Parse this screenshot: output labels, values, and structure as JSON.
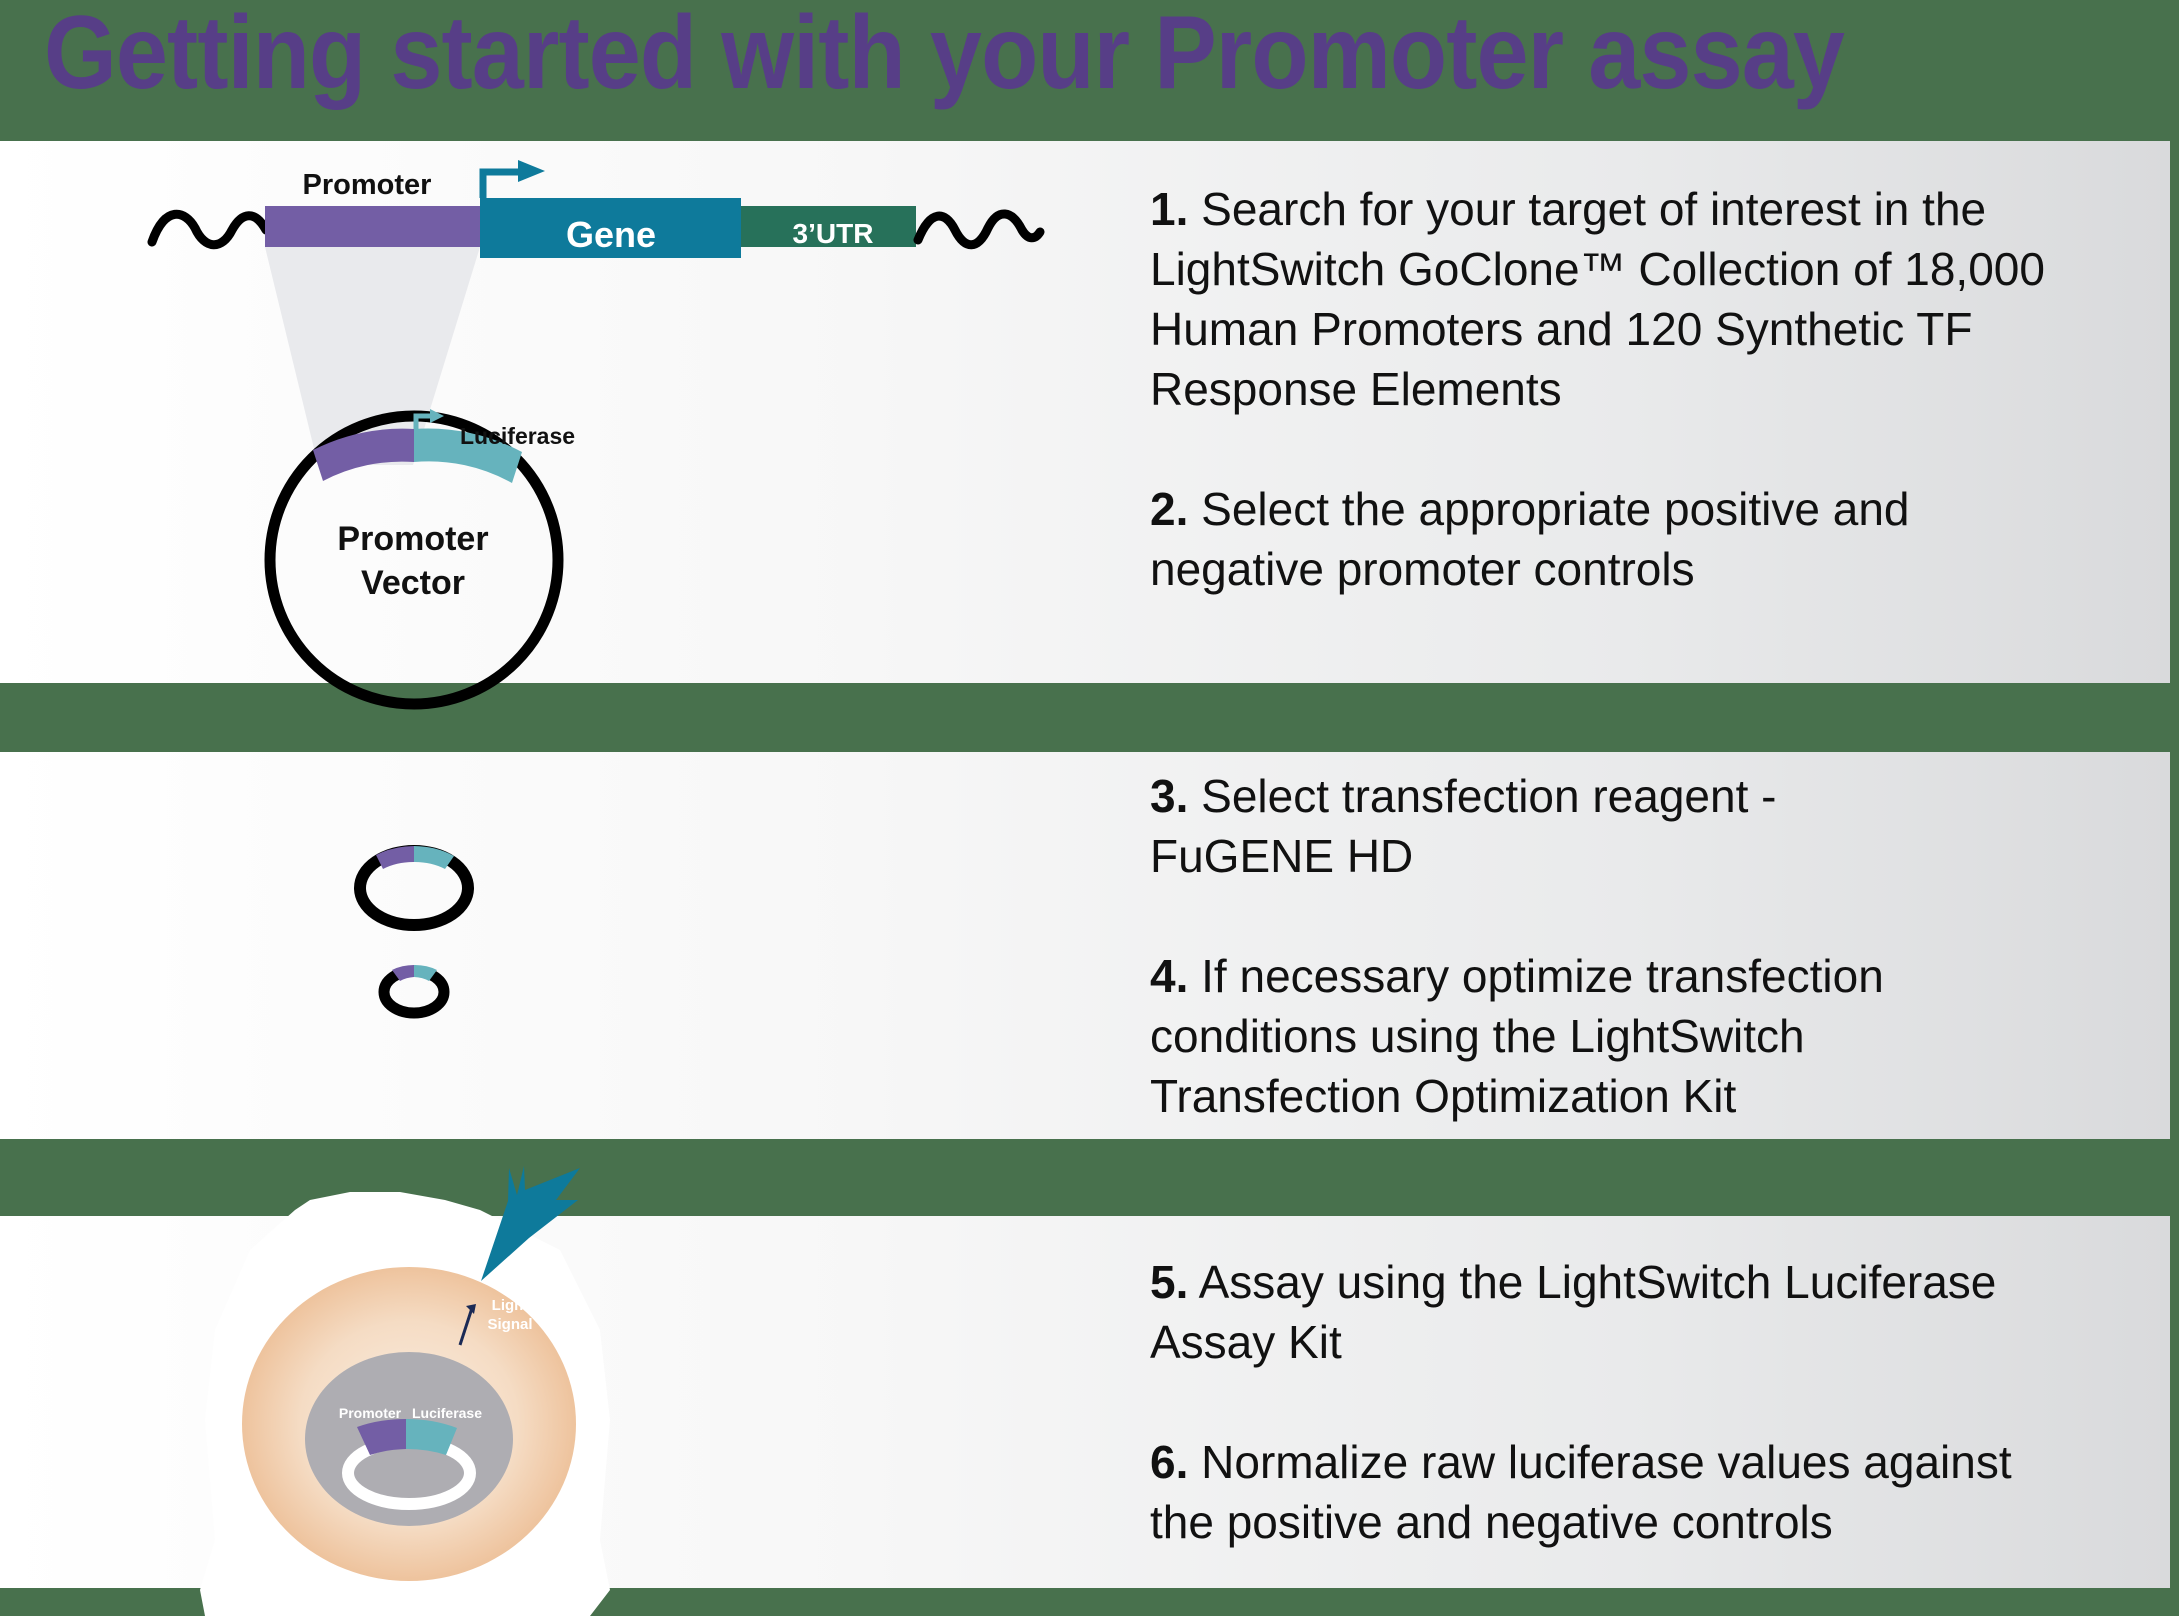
{
  "title": "Getting started with your Promoter assay",
  "colors": {
    "background": "#48714d",
    "title": "#573e87",
    "promoter": "#735ea5",
    "gene": "#0e7a9b",
    "utr": "#27715a",
    "luciferase": "#66b3bd",
    "cell": "#f0c9a5",
    "nucleus": "#aeadb2"
  },
  "panel1": {
    "diagram": {
      "promoter_label": "Promoter",
      "gene_label": "Gene",
      "utr_label": "3’UTR",
      "luciferase_label": "Luciferase",
      "vector_label_line1": "Promoter",
      "vector_label_line2": "Vector"
    },
    "steps": [
      {
        "num": "1.",
        "lines": [
          "Search for your target of interest in the",
          "LightSwitch GoClone™ Collection of 18,000",
          "Human Promoters and 120 Synthetic TF",
          "Response Elements"
        ]
      },
      {
        "num": "2.",
        "lines": [
          "Select the appropriate positive and",
          "negative promoter controls"
        ]
      }
    ]
  },
  "panel2": {
    "steps": [
      {
        "num": "3.",
        "lines": [
          "Select transfection reagent -",
          "FuGENE HD"
        ]
      },
      {
        "num": "4.",
        "lines": [
          "If necessary optimize transfection",
          "conditions using the LightSwitch",
          "Transfection Optimization Kit"
        ]
      }
    ]
  },
  "panel3": {
    "diagram": {
      "light_label_line1": "Light",
      "light_label_line2": "Signal",
      "promoter_label": "Promoter",
      "luciferase_label": "Luciferase"
    },
    "steps": [
      {
        "num": "5.",
        "lines": [
          "Assay using the LightSwitch Luciferase",
          "Assay Kit"
        ]
      },
      {
        "num": "6.",
        "lines": [
          "Normalize raw luciferase values against",
          "the positive and negative controls"
        ]
      }
    ]
  }
}
